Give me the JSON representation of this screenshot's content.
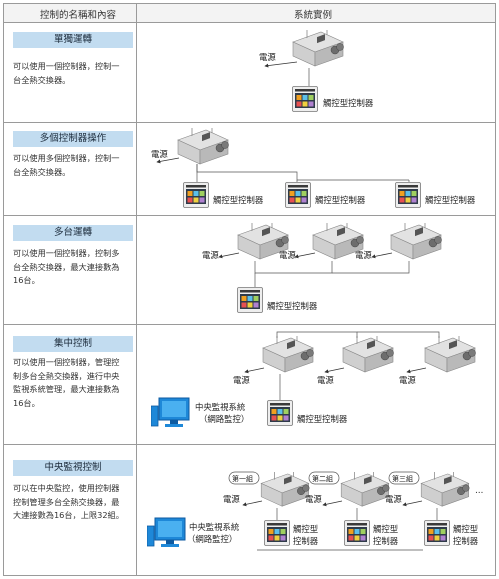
{
  "header": {
    "col_left": "控制的名稱和內容",
    "col_right": "系統實例"
  },
  "rows": [
    {
      "title": "單獨運轉",
      "desc": [
        "可以使用一個控制器，控制一",
        "台全熱交換器。"
      ],
      "labels": {
        "power": "電源",
        "controller": "觸控型控制器"
      }
    },
    {
      "title": "多個控制器操作",
      "desc": [
        "可以使用多個控制器，控制一",
        "台全熱交換器。"
      ],
      "labels": {
        "power": "電源",
        "controller1": "觸控型控制器",
        "controller2": "觸控型控制器",
        "controller3": "觸控型控制器"
      }
    },
    {
      "title": "多台運轉",
      "desc": [
        "可以使用一個控制器，控制多",
        "台全熱交換器，最大連接數為",
        "16台。"
      ],
      "labels": {
        "power1": "電源",
        "power2": "電源",
        "power3": "電源",
        "controller": "觸控型控制器"
      }
    },
    {
      "title": "集中控制",
      "desc": [
        "可以使用一個控制器，管理控",
        "制多台全熱交換器，進行中央",
        "監視系統管理，最大連接數為",
        "16台。"
      ],
      "labels": {
        "power1": "電源",
        "power2": "電源",
        "power3": "電源",
        "monitor_line1": "中央監視系統",
        "monitor_line2": "（網路監控）",
        "controller": "觸控型控制器"
      }
    },
    {
      "title": "中央監視控制",
      "desc": [
        "可以在中央監控，使用控制器",
        "控制管理多台全熱交換器，最",
        "大連接數為16台，上限32組。"
      ],
      "labels": {
        "group1": "第一組",
        "group2": "第二組",
        "group3": "第三組",
        "ellipsis": "…",
        "power1": "電源",
        "power2": "電源",
        "power3": "電源",
        "monitor_line1": "中央監視系統",
        "monitor_line2": "（網路監控）",
        "c1_line1": "觸控型",
        "c1_line2": "控制器",
        "c2_line1": "觸控型",
        "c2_line2": "控制器",
        "c3_line1": "觸控型",
        "c3_line2": "控制器"
      }
    }
  ],
  "colors": {
    "title_bg": "#c2dcf0",
    "border": "#9a9a9a",
    "header_bg": "#f3f3f3",
    "monitor": "#1e88d8"
  }
}
